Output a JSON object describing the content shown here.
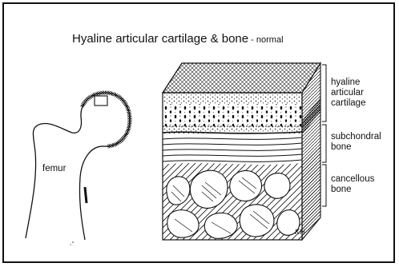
{
  "title": {
    "main": "Hyaline articular cartilage & bone",
    "suffix": " - normal"
  },
  "labels": {
    "femur": "femur",
    "cartilage": [
      "hyaline",
      "articular",
      "cartilage"
    ],
    "subchondral": [
      "subchondral",
      "bone"
    ],
    "cancellous": [
      "cancellous",
      "bone"
    ]
  },
  "signature": "KH"
}
